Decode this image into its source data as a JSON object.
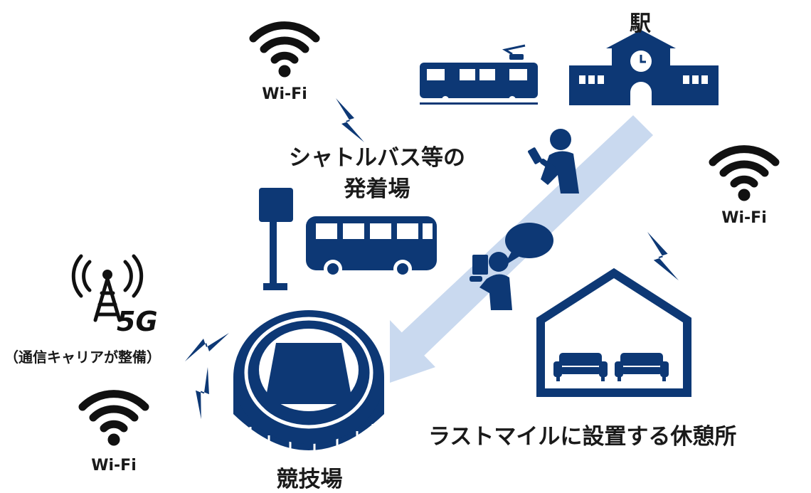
{
  "colors": {
    "navy": "#0d3875",
    "arrow": "#c9d9ef",
    "text": "#1a1a1a",
    "background": "#ffffff"
  },
  "labels": {
    "station": "駅",
    "shuttle_line1": "シャトルバス等の",
    "shuttle_line2": "発着場",
    "wifi_top": "Wi-Fi",
    "wifi_right": "Wi-Fi",
    "wifi_bottom_left": "Wi-Fi",
    "fiveg": "5G",
    "carrier_note": "（通信キャリアが整備）",
    "stadium": "競技場",
    "rest_area": "ラストマイルに設置する休憩所"
  },
  "icons": [
    "wifi-icon",
    "train-icon",
    "station-building-icon",
    "walking-person-icon",
    "guide-person-icon",
    "speech-bubble-icon",
    "bus-stop-sign-icon",
    "bus-icon",
    "cell-tower-icon",
    "lightning-icon",
    "stadium-icon",
    "rest-house-icon",
    "sofa-icon",
    "direction-arrow-icon"
  ]
}
